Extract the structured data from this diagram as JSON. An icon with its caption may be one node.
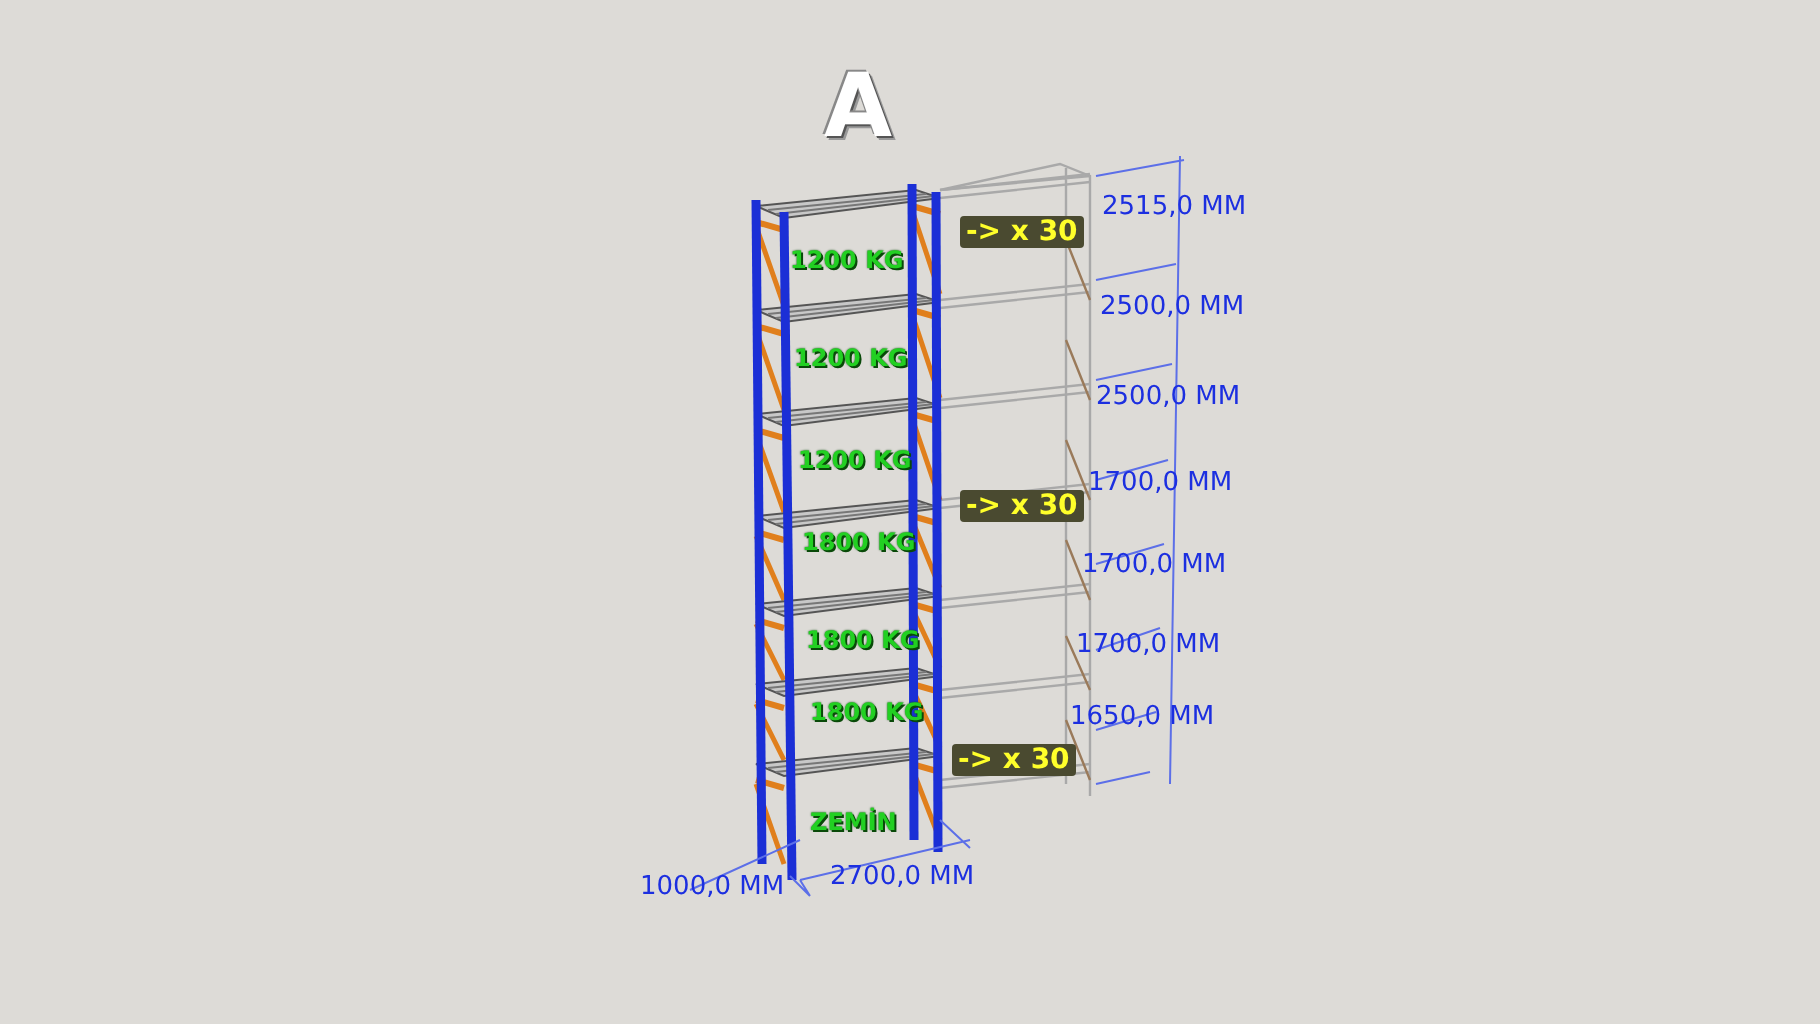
{
  "diagram": {
    "labels": [
      "A",
      "2515,0 MM",
      "-> x 30",
      "1200 KG",
      "2500,0 MM",
      "1200 KG",
      "2500,0 MM",
      "1200 KG",
      "1700,0 MM",
      "-> x 30",
      "1800 KG",
      "1700,0 MM",
      "1800 KG",
      "1700,0 MM",
      "1800 KG",
      "1650,0 MM",
      "-> x 30",
      "ZEMİN",
      "1000,0 MM",
      "2700,0 MM"
    ]
  }
}
